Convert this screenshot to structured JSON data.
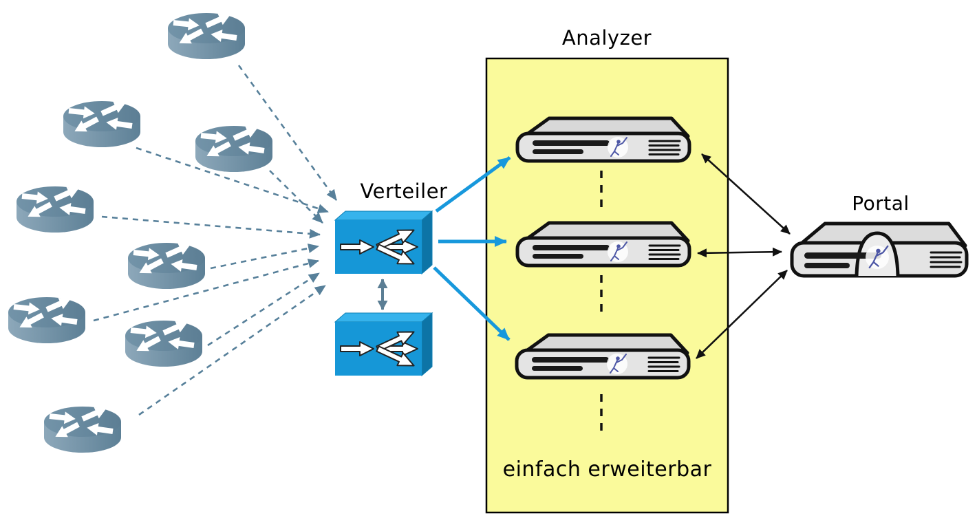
{
  "labels": {
    "analyzer_title": "Analyzer",
    "distributor": "Verteiler",
    "portal": "Portal",
    "scalability_note": "einfach erweiterbar"
  },
  "colors": {
    "analyzer_panel_fill": "#fafa9b",
    "analyzer_panel_border": "#000000",
    "distributor_front": "#1697d7",
    "distributor_top": "#36b3ec",
    "distributor_side": "#0d74a6",
    "router_body": "#6d8ca2",
    "dashed_router_link": "#57809a",
    "distributor_sync_arrow": "#5b7e94",
    "flow_arrow_blue": "#1798dc",
    "portal_link_black": "#111111",
    "server_body": "#e4e4e4",
    "server_outline": "#111111",
    "server_logo_figure": "#4d57a6"
  },
  "nodes": {
    "router_count": 8,
    "distributor_count": 2,
    "analyzer_server_count": 3,
    "portal_server_count": 1,
    "expansion_dash_count": 3
  },
  "links": {
    "router_to_distributor": {
      "count": 8,
      "style": "dashed",
      "heads": "single"
    },
    "distributor_redundancy": {
      "count": 1,
      "style": "solid",
      "heads": "double"
    },
    "distributor_to_analyzers": {
      "count": 3,
      "style": "solid-blue",
      "heads": "single"
    },
    "analyzers_to_portal": {
      "count": 3,
      "style": "solid-black",
      "heads": "double"
    }
  }
}
